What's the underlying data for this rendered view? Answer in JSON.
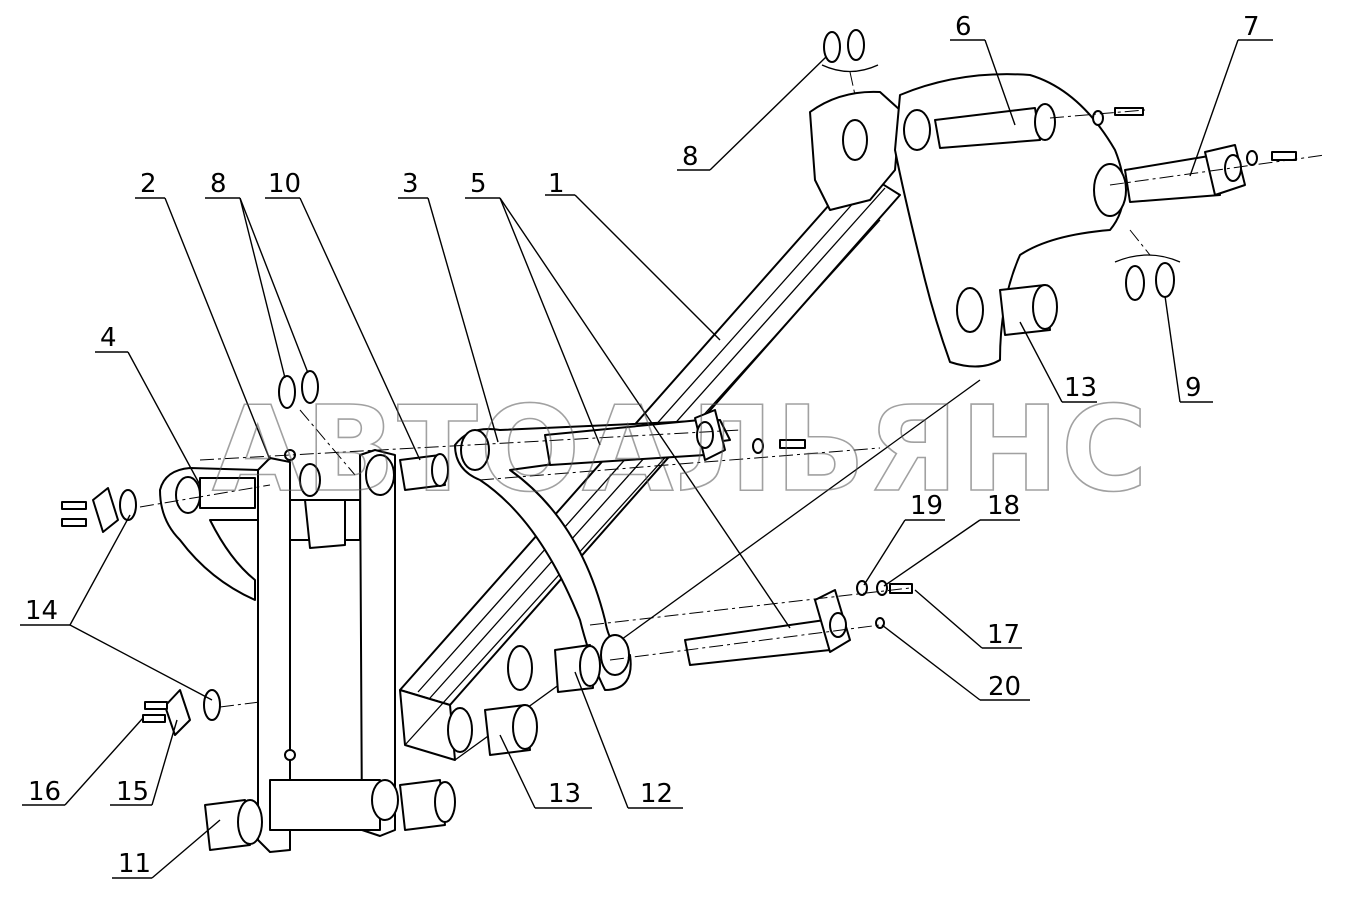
{
  "watermark": "АВТОАЛЬЯНС",
  "callouts": [
    {
      "id": "c1",
      "label": "1"
    },
    {
      "id": "c2",
      "label": "2"
    },
    {
      "id": "c3",
      "label": "3"
    },
    {
      "id": "c4",
      "label": "4"
    },
    {
      "id": "c5",
      "label": "5"
    },
    {
      "id": "c6",
      "label": "6"
    },
    {
      "id": "c7",
      "label": "7"
    },
    {
      "id": "c8a",
      "label": "8"
    },
    {
      "id": "c8b",
      "label": "8"
    },
    {
      "id": "c9",
      "label": "9"
    },
    {
      "id": "c10",
      "label": "10"
    },
    {
      "id": "c11",
      "label": "11"
    },
    {
      "id": "c12",
      "label": "12"
    },
    {
      "id": "c13a",
      "label": "13"
    },
    {
      "id": "c13b",
      "label": "13"
    },
    {
      "id": "c14",
      "label": "14"
    },
    {
      "id": "c15",
      "label": "15"
    },
    {
      "id": "c16",
      "label": "16"
    },
    {
      "id": "c17",
      "label": "17"
    },
    {
      "id": "c18",
      "label": "18"
    },
    {
      "id": "c19",
      "label": "19"
    },
    {
      "id": "c20",
      "label": "20"
    }
  ]
}
